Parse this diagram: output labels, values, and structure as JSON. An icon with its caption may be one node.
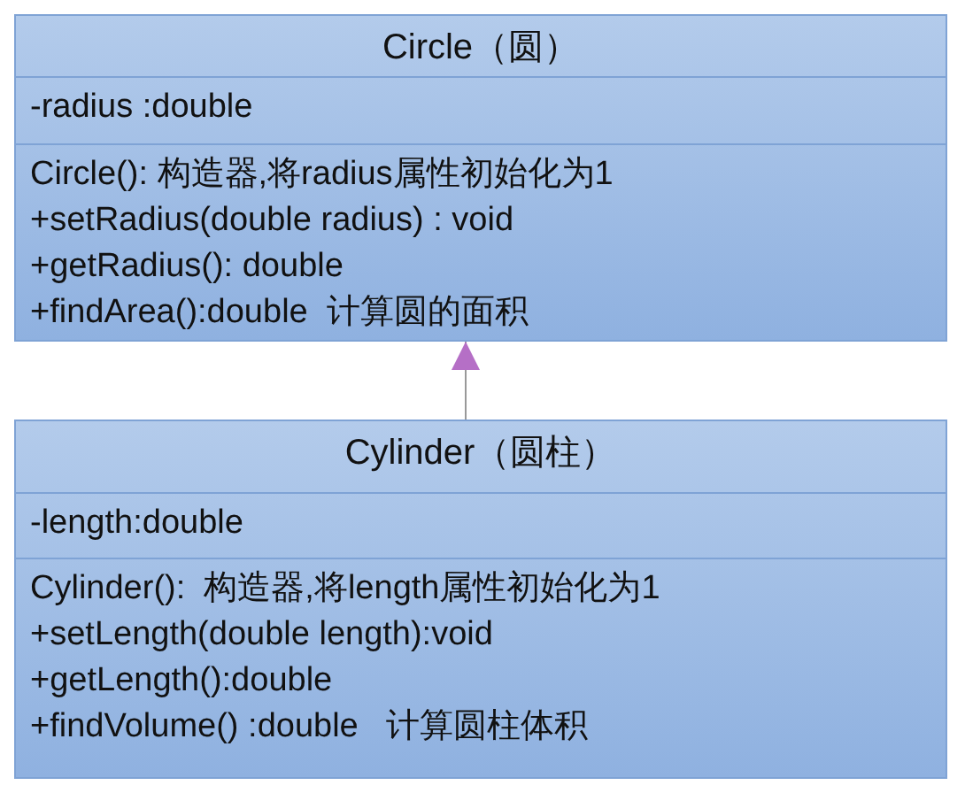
{
  "diagram": {
    "nodes": [
      {
        "text": [
          "Circle（圆）"
        ]
      },
      {
        "text": [
          "-radius :double"
        ],
        "in": 0
      },
      {
        "text": [
          "Circle(): 构造器,将radius属性初始化为1",
          "+setRadius(double radius) : void",
          "+getRadius(): double",
          "+findArea():double  计算圆的面积"
        ],
        "in": 0
      },
      {
        "text": [
          "Cylinder（圆柱）"
        ]
      },
      {
        "text": [
          "-length:double"
        ],
        "in": 3
      },
      {
        "text": [
          "Cylinder():  构造器,将length属性初始化为1",
          "+setLength(double length):void",
          "+getLength():double",
          "+findVolume() :double   计算圆柱体积"
        ],
        "in": 3
      }
    ],
    "edges": [
      {
        "from": 3,
        "to": 0,
        "arrow": "to"
      }
    ]
  }
}
